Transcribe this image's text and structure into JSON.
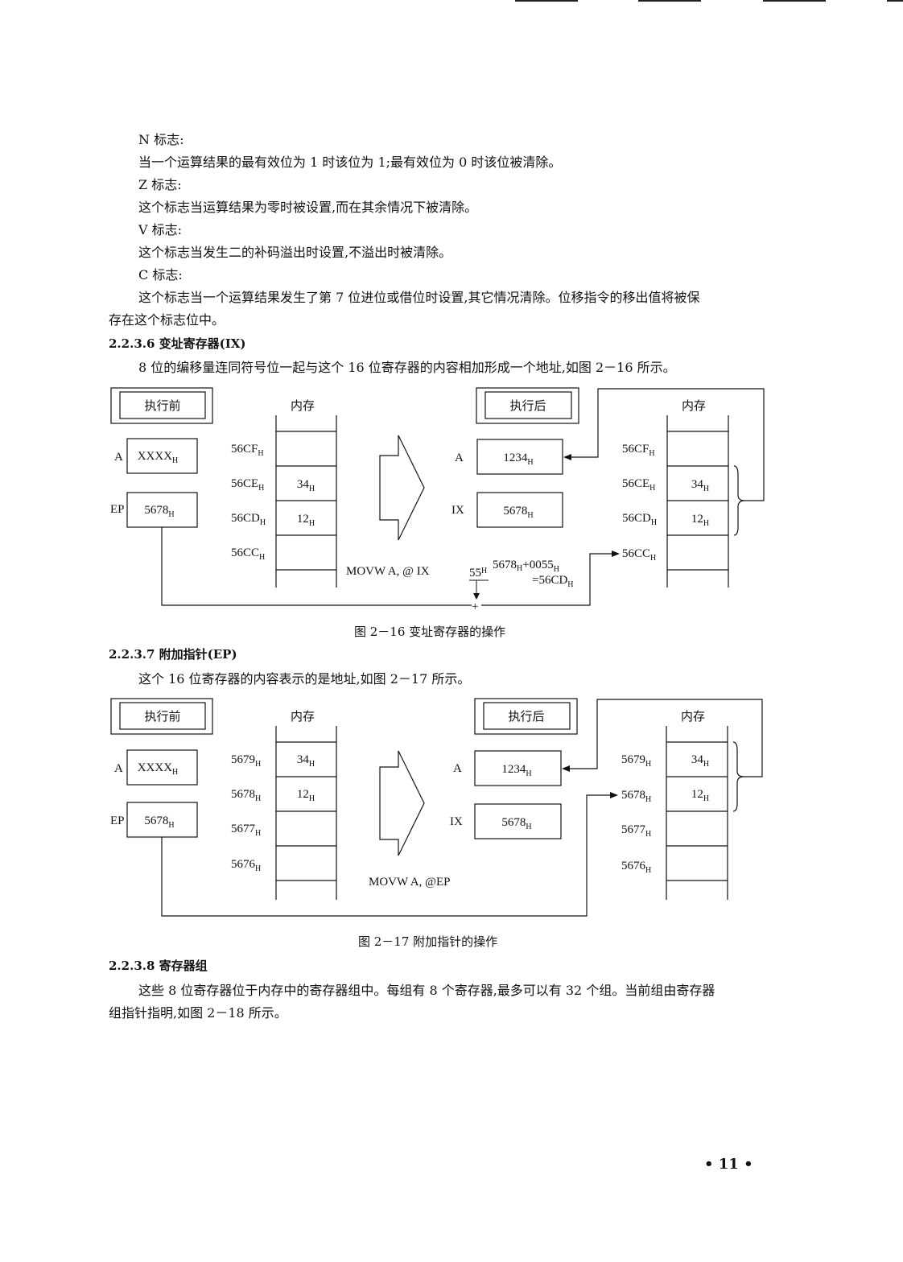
{
  "page": {
    "number": "• 11 •",
    "lines": [
      "N 标志:",
      "当一个运算结果的最有效位为 1 时该位为 1;最有效位为 0 时该位被清除。",
      "Z 标志:",
      "这个标志当运算结果为零时被设置,而在其余情况下被清除。",
      "V 标志:",
      "这个标志当发生二的补码溢出时设置,不溢出时被清除。",
      "C 标志:",
      "这个标志当一个运算结果发生了第 7 位进位或借位时设置,其它情况清除。位移指令的移出值将被保",
      "存在这个标志位中。"
    ],
    "section_236": {
      "heading": "2.2.3.6   变址寄存器(IX)",
      "text": "8 位的编移量连同符号位一起与这个 16 位寄存器的内容相加形成一个地址,如图 2－16 所示。"
    },
    "section_237": {
      "heading": "2.2.3.7   附加指针(EP)",
      "text": "这个 16 位寄存器的内容表示的是地址,如图 2－17 所示。"
    },
    "section_238": {
      "heading": "2.2.3.8   寄存器组",
      "text1": "这些 8 位寄存器位于内存中的寄存器组中。每组有 8 个寄存器,最多可以有 32 个组。当前组由寄存器",
      "text2": "组指针指明,如图 2－18 所示。"
    }
  },
  "fig16": {
    "caption": "图 2－16   变址寄存器的操作",
    "before": "执行前",
    "after": "执行后",
    "memory": "内存",
    "reg_a": "A",
    "reg_ep": "EP",
    "reg_ix": "IX",
    "a_before": "XXXX",
    "ep_before": "5678",
    "a_after": "1234",
    "ix_after": "5678",
    "h": "H",
    "addr": [
      "56CF",
      "56CE",
      "56CD",
      "56CC"
    ],
    "mem_values": [
      "",
      "34",
      "12",
      ""
    ],
    "instruction": "MOVW  A,  @  IX",
    "offset": "55",
    "calc1": "5678",
    "calc1b": "+0055",
    "calc2": "=56CD"
  },
  "fig17": {
    "caption": "图 2－17   附加指针的操作",
    "before": "执行前",
    "after": "执行后",
    "memory": "内存",
    "reg_a": "A",
    "reg_ep": "EP",
    "reg_ix": "IX",
    "a_before": "XXXX",
    "ep_before": "5678",
    "a_after": "1234",
    "ix_after": "5678",
    "h": "H",
    "addr": [
      "5679",
      "5678",
      "5677",
      "5676"
    ],
    "mem_values": [
      "34",
      "12",
      "",
      ""
    ],
    "instruction": "MOVW  A,  @EP"
  }
}
